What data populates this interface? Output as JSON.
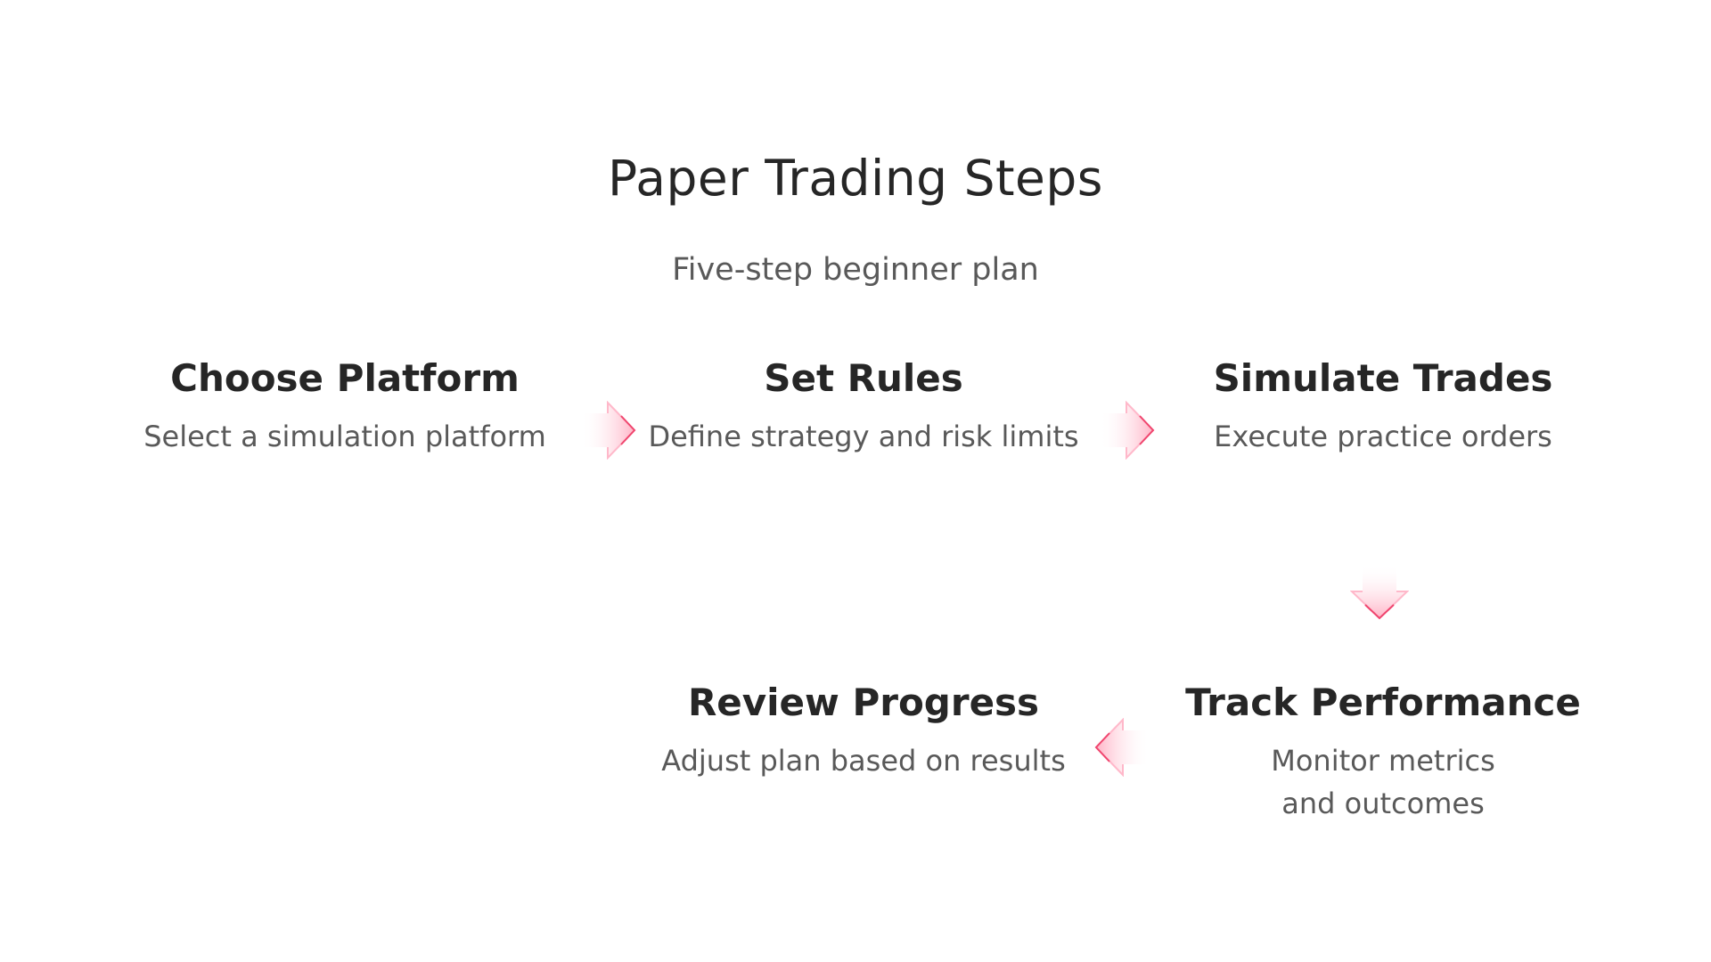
{
  "header": {
    "title": "Paper Trading Steps",
    "subtitle": "Five-step beginner plan"
  },
  "steps": [
    {
      "title": "Choose Platform",
      "description": "Select a simulation platform"
    },
    {
      "title": "Set Rules",
      "description": "Define strategy and risk limits"
    },
    {
      "title": "Simulate Trades",
      "description": "Execute practice orders"
    },
    {
      "title": "Track Performance",
      "description": "Monitor metrics and outcomes"
    },
    {
      "title": "Review Progress",
      "description": "Adjust plan based on results"
    }
  ],
  "arrows": [
    {
      "from": "Choose Platform",
      "to": "Set Rules",
      "direction": "right"
    },
    {
      "from": "Set Rules",
      "to": "Simulate Trades",
      "direction": "right"
    },
    {
      "from": "Simulate Trades",
      "to": "Track Performance",
      "direction": "down"
    },
    {
      "from": "Track Performance",
      "to": "Review Progress",
      "direction": "left"
    }
  ],
  "colors": {
    "arrow": "#f0456e",
    "arrow_fill": "#ffc2d1",
    "heading": "#262626",
    "text": "#595959"
  }
}
